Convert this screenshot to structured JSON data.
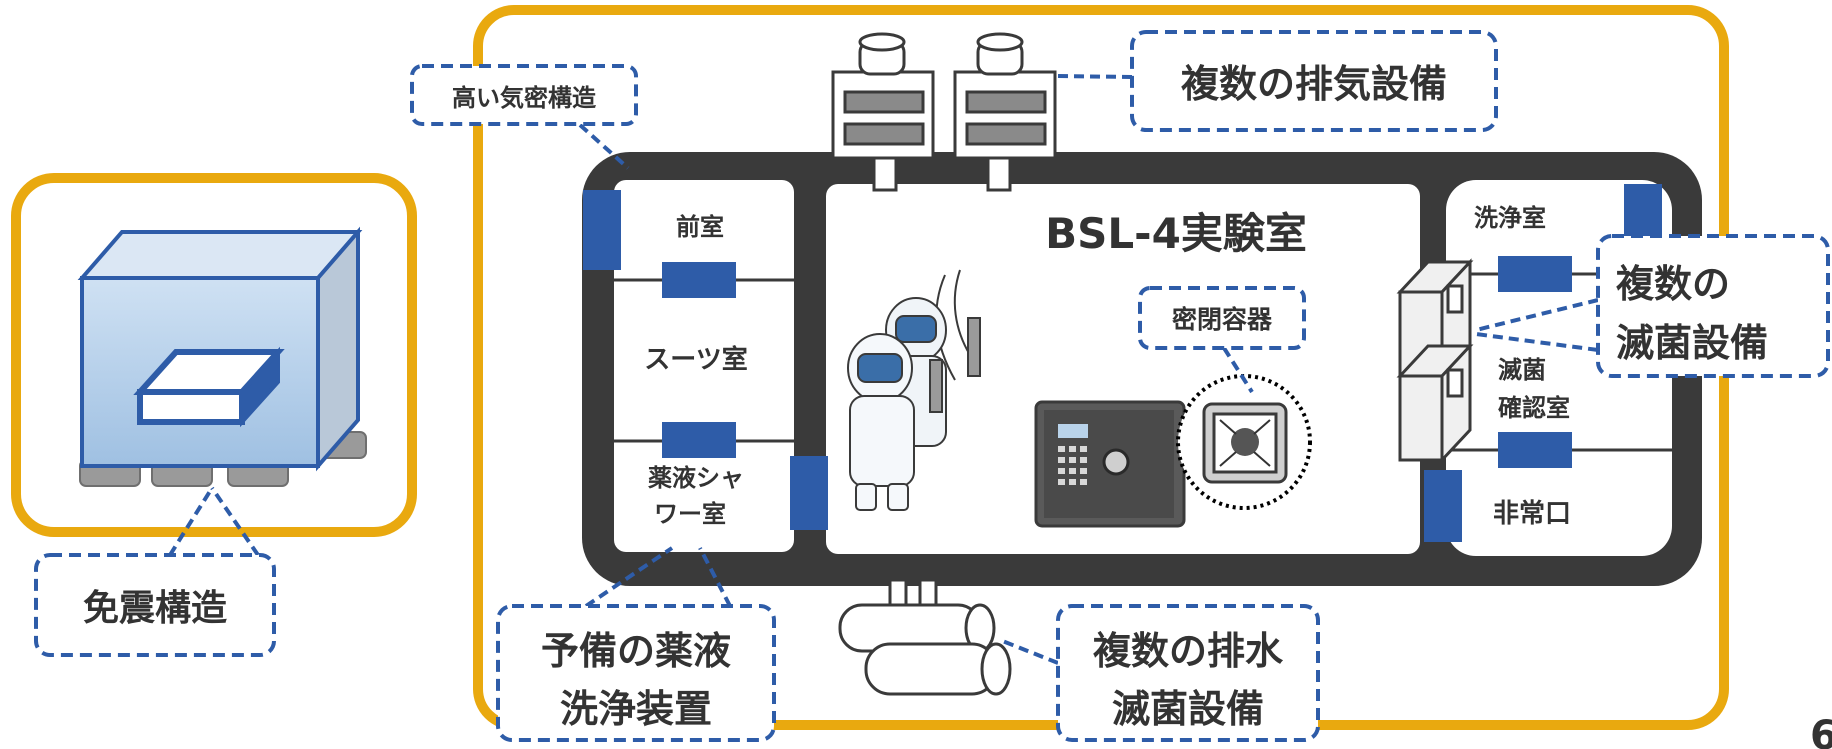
{
  "colors": {
    "frame_orange": "#E9A90F",
    "wall_dark": "#3A3A3A",
    "door_blue": "#2E5CA8",
    "callout_border": "#2E5CA8",
    "text": "#333333"
  },
  "isolation": {
    "callout": "免震構造",
    "icon": "seismic-isolation-building-icon"
  },
  "rooms": {
    "anteroom": "前室",
    "suit_room": "スーツ室",
    "shower_line1": "薬液シャ",
    "shower_line2": "ワー室",
    "main_lab": "BSL-4実験室",
    "washroom": "洗浄室",
    "sterile_check_line1": "滅菌",
    "sterile_check_line2": "確認室",
    "emergency_exit": "非常口"
  },
  "callouts": {
    "airtight": "高い気密構造",
    "exhaust": "複数の排気設備",
    "sealed_container": "密閉容器",
    "sterilization_line1": "複数の",
    "sterilization_line2": "滅菌設備",
    "backup_wash_line1": "予備の薬液",
    "backup_wash_line2": "洗浄装置",
    "drainage_line1": "複数の排水",
    "drainage_line2": "滅菌設備"
  },
  "page_number": "6"
}
